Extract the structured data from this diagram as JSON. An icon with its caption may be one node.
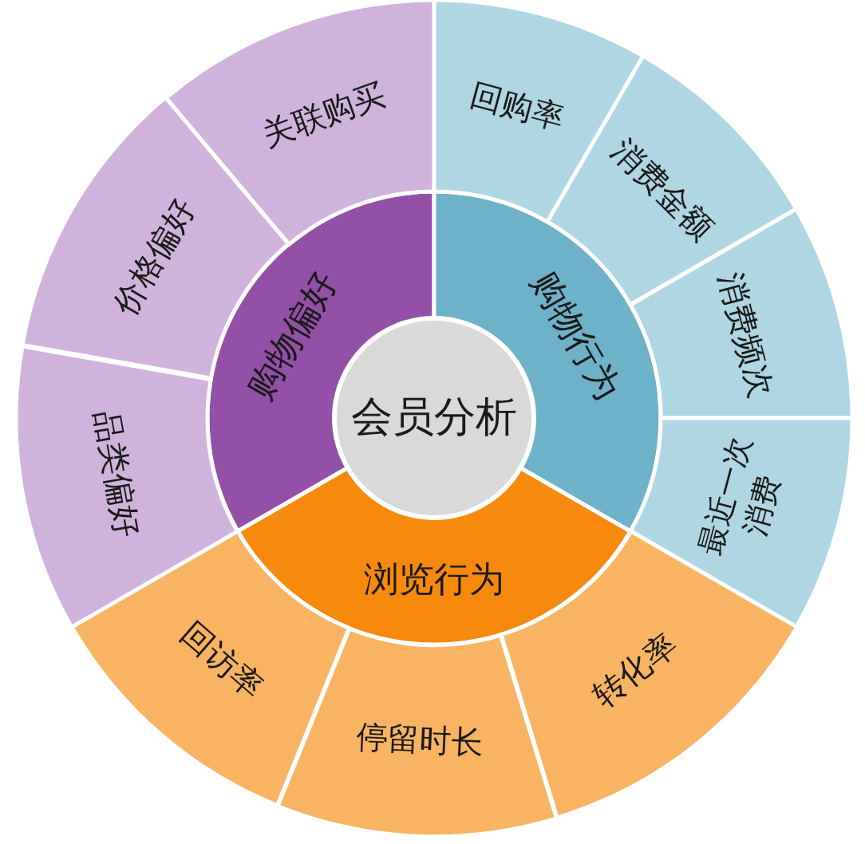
{
  "diagram": {
    "nodes": [
      {
        "text": [
          "会员分析"
        ]
      },
      {
        "text": [
          "购物偏好"
        ]
      },
      {
        "text": [
          "购物行为"
        ]
      },
      {
        "text": [
          "浏览行为"
        ]
      },
      {
        "text": [
          "关联购买"
        ]
      },
      {
        "text": [
          "回购率"
        ]
      },
      {
        "text": [
          "消费金额"
        ]
      },
      {
        "text": [
          "价格偏好"
        ]
      },
      {
        "text": [
          "消费频次"
        ]
      },
      {
        "text": [
          "品类偏好"
        ]
      },
      {
        "text": [
          "最近一次消费"
        ]
      },
      {
        "text": [
          "回访率"
        ]
      },
      {
        "text": [
          "转化率"
        ]
      },
      {
        "text": [
          "停留时长"
        ]
      }
    ]
  }
}
